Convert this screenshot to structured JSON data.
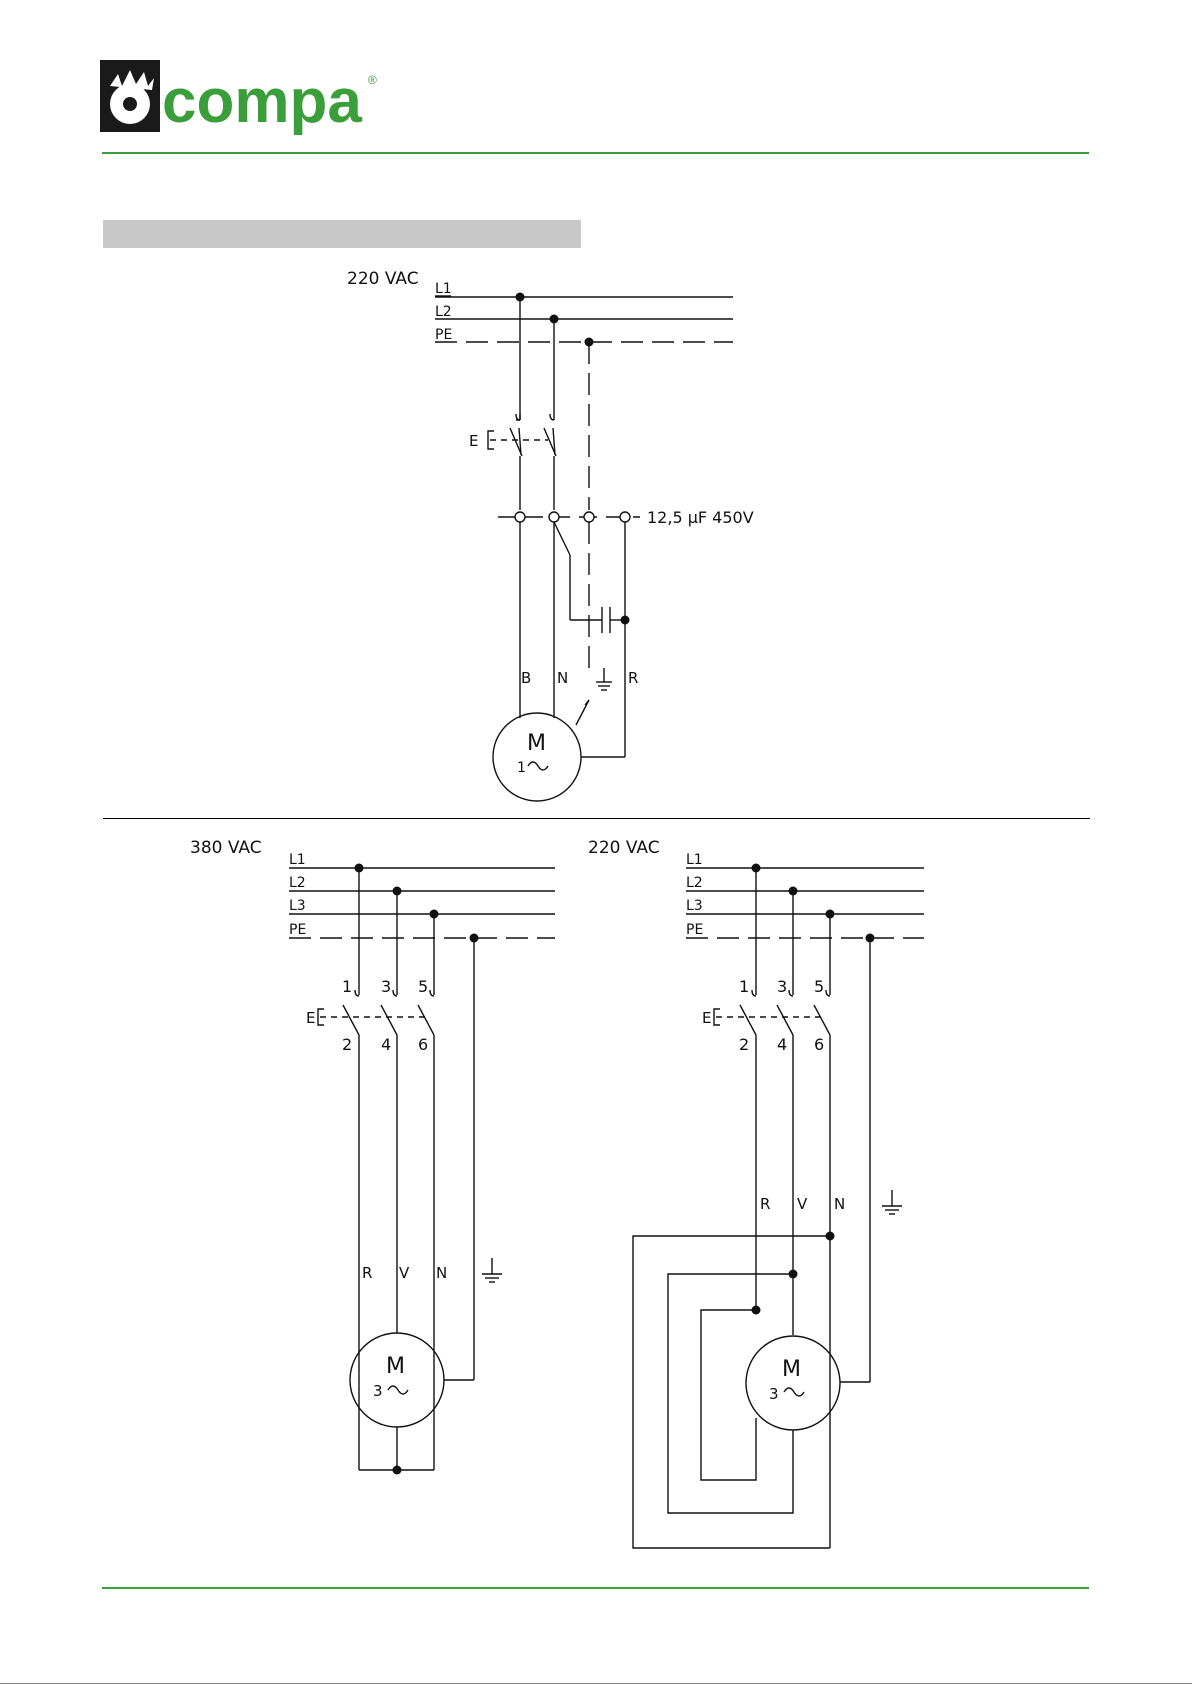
{
  "header": {
    "logo_text": "compa",
    "logo_mark": "®"
  },
  "diagram_single_phase": {
    "supply": "220  VAC",
    "lines": [
      "L1",
      "L2",
      "PE"
    ],
    "switch": "E",
    "capacitor": "12,5  μF  450V",
    "wires": [
      "B",
      "N",
      "R"
    ],
    "motor": {
      "label": "M",
      "phase": "1"
    }
  },
  "diagram_three_phase_380": {
    "supply": "380  VAC",
    "lines": [
      "L1",
      "L2",
      "L3",
      "PE"
    ],
    "switch": "E",
    "terminals_top": [
      "1",
      "3",
      "5"
    ],
    "terminals_bottom": [
      "2",
      "4",
      "6"
    ],
    "wires": [
      "R",
      "V",
      "N"
    ],
    "motor": {
      "label": "M",
      "phase": "3"
    }
  },
  "diagram_three_phase_220": {
    "supply": "220  VAC",
    "lines": [
      "L1",
      "L2",
      "L3",
      "PE"
    ],
    "switch": "E",
    "terminals_top": [
      "1",
      "3",
      "5"
    ],
    "terminals_bottom": [
      "2",
      "4",
      "6"
    ],
    "wires": [
      "R",
      "V",
      "N"
    ],
    "motor": {
      "label": "M",
      "phase": "3"
    }
  },
  "colors": {
    "brand_green": "#3a9e3a",
    "band_gray": "#c8c8c8",
    "logo_dark": "#1a1a1a"
  }
}
